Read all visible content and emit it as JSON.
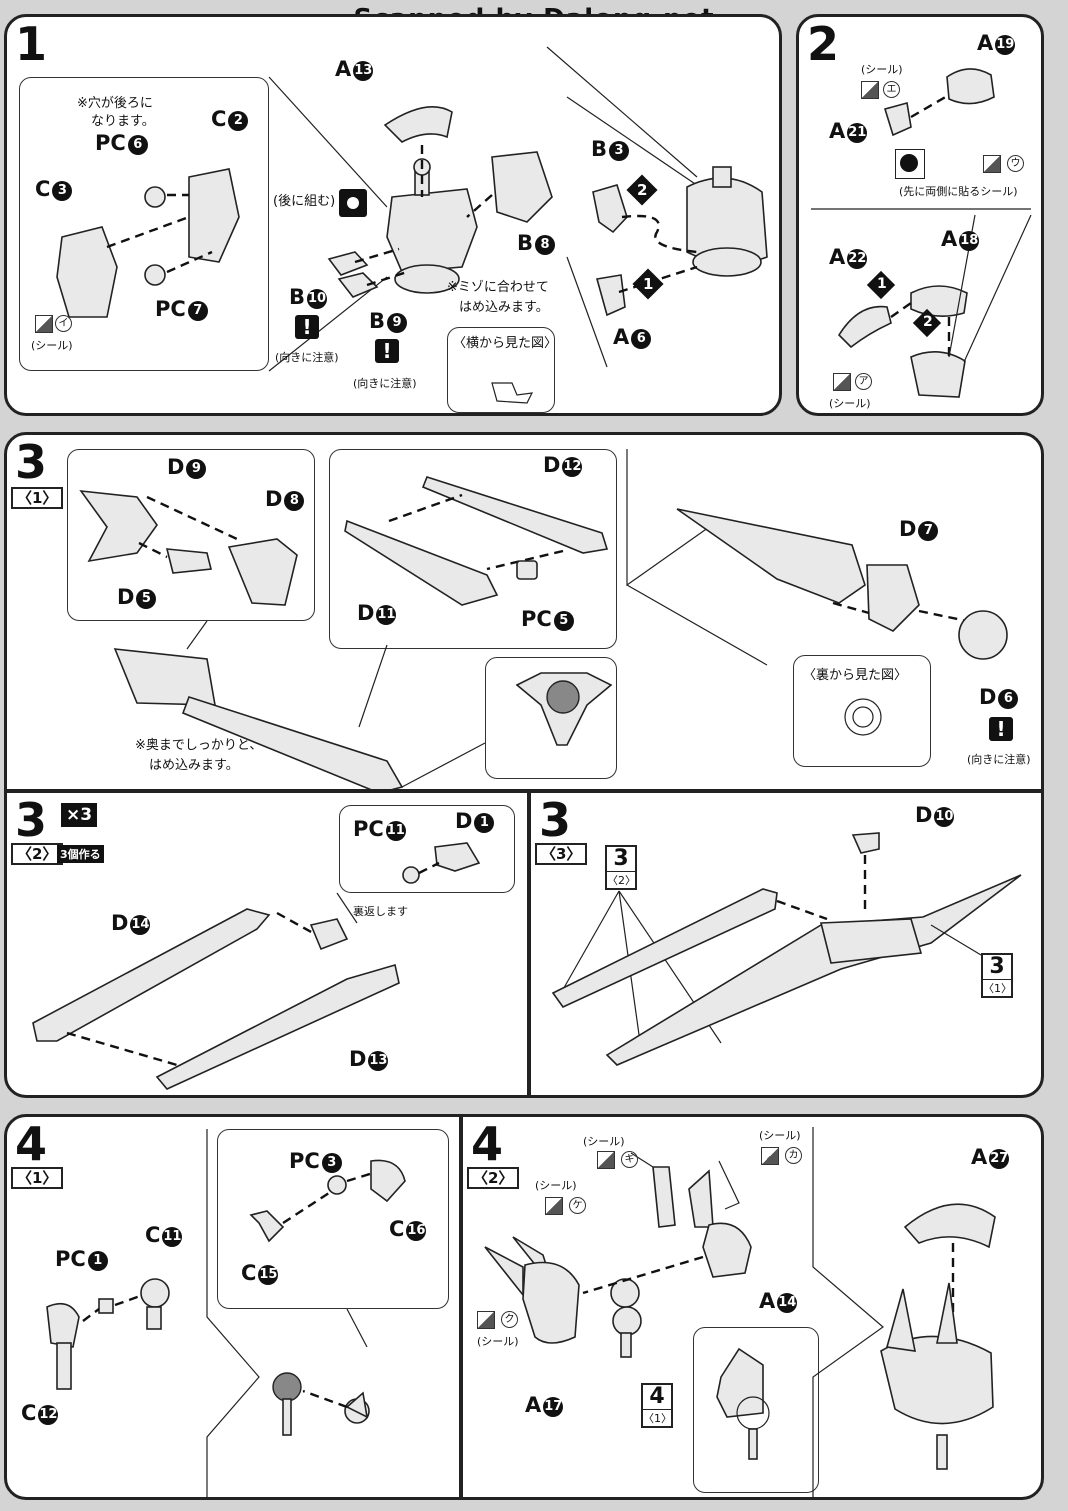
{
  "header": {
    "scan_credit": "Scanned by Dalong.net"
  },
  "step1": {
    "number": "1",
    "note_hole": "※穴が後ろに",
    "note_hole2": "なります。",
    "assemble_later": "(後に組む)",
    "note_groove": "※ミゾに合わせて",
    "note_groove2": "はめ込みます。",
    "side_view": "〈横から見た図〉",
    "orient_note": "(向きに注意)",
    "seal_label": "(シール)",
    "parts": {
      "a13": "A",
      "a13n": "13",
      "c2": "C",
      "c2n": "2",
      "pc6": "PC",
      "pc6n": "6",
      "c3": "C",
      "c3n": "3",
      "pc7": "PC",
      "pc7n": "7",
      "b8": "B",
      "b8n": "8",
      "b10": "B",
      "b10n": "10",
      "b9": "B",
      "b9n": "9",
      "b3": "B",
      "b3n": "3",
      "a6": "A",
      "a6n": "6"
    },
    "seal_i": "イ",
    "order1": "1",
    "order2": "2"
  },
  "step2": {
    "number": "2",
    "seal_label": "(シール)",
    "seal_e": "エ",
    "seal_u": "ウ",
    "seal_a": "ア",
    "apply_first": "(先に両側に貼るシール)",
    "parts": {
      "a19": "A",
      "a19n": "19",
      "a21": "A",
      "a21n": "21",
      "a22": "A",
      "a22n": "22",
      "a18": "A",
      "a18n": "18"
    },
    "order1": "1",
    "order2": "2"
  },
  "step3_1": {
    "number": "3",
    "sub": "〈1〉",
    "parts": {
      "d9": "D",
      "d9n": "9",
      "d8": "D",
      "d8n": "8",
      "d5": "D",
      "d5n": "5",
      "d12": "D",
      "d12n": "12",
      "d11": "D",
      "d11n": "11",
      "pc5": "PC",
      "pc5n": "5",
      "d7": "D",
      "d7n": "7",
      "d6": "D",
      "d6n": "6"
    },
    "note_firm": "※奥までしっかりと、",
    "note_firm2": "はめ込みます。",
    "back_view": "〈裏から見た図〉",
    "orient_note": "(向きに注意)"
  },
  "step3_2": {
    "number": "3",
    "sub": "〈2〉",
    "multiplier": "×3",
    "make_three": "3個作る",
    "flip_note": "裏返します",
    "parts": {
      "pc11": "PC",
      "pc11n": "11",
      "d1": "D",
      "d1n": "1",
      "d14": "D",
      "d14n": "14",
      "d13": "D",
      "d13n": "13"
    }
  },
  "step3_3": {
    "number": "3",
    "sub": "〈3〉",
    "ref2_num": "3",
    "ref2_sub": "〈2〉",
    "ref1_num": "3",
    "ref1_sub": "〈1〉",
    "parts": {
      "d10": "D",
      "d10n": "10"
    }
  },
  "step4_1": {
    "number": "4",
    "sub": "〈1〉",
    "parts": {
      "pc3": "PC",
      "pc3n": "3",
      "c16": "C",
      "c16n": "16",
      "c15": "C",
      "c15n": "15",
      "c11": "C",
      "c11n": "11",
      "pc1": "PC",
      "pc1n": "1",
      "c12": "C",
      "c12n": "12"
    }
  },
  "step4_2": {
    "number": "4",
    "sub": "〈2〉",
    "seal_label": "(シール)",
    "seal_ki": "キ",
    "seal_ka": "カ",
    "seal_ke": "ケ",
    "seal_ku": "ク",
    "ref_num": "4",
    "ref_sub": "〈1〉",
    "parts": {
      "a14": "A",
      "a14n": "14",
      "a17": "A",
      "a17n": "17",
      "a27": "A",
      "a27n": "27"
    }
  }
}
